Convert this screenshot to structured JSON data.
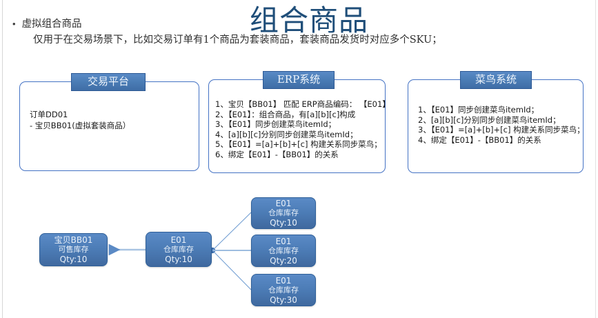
{
  "slide": {
    "bullet_marker": "•",
    "bullet_label": "虚拟组合商品",
    "sub_line": "仅用于在交易场景下，比如交易订单有1个商品为套装商品，套装商品发货时对应多个SKU；",
    "title": "组合商品",
    "title_color": "#1f4e79",
    "accent_color": "#4472c4",
    "node_fill": "#4c7cb6"
  },
  "panels": [
    {
      "tab": "交易平台",
      "lines": [
        "订单DD01",
        "- 宝贝BB01(虚拟套装商品）"
      ]
    },
    {
      "tab": "ERP系统",
      "lines": [
        "1、宝贝【BB01】 匹配 ERP商品编码： 【E01】",
        "2、【E01】：组合商品，有[a][b][c]构成",
        "3、【E01】同步创建菜鸟itemId；",
        "4、[a][b][c]分别同步创建菜鸟itemId；",
        "5、【E01】=[a]+[b]+[c] 构建关系同步菜鸟；",
        "6、绑定【E01】-【BB01】的关系"
      ]
    },
    {
      "tab": "菜鸟系统",
      "lines": [
        "1、【E01】同步创建菜鸟itemId；",
        "2、[a][b][c]分别同步创建菜鸟itemId；",
        "3、【E01】=[a]+[b]+[c] 构建关系同步菜鸟；",
        "4、绑定【E01】-【BB01】的关系"
      ]
    }
  ],
  "diagram": {
    "nodes": [
      {
        "id": "bb01",
        "l1": "宝贝BB01",
        "l2": "可售库存",
        "l3": "Qty:10"
      },
      {
        "id": "e01c",
        "l1": "E01",
        "l2": "仓库库存",
        "l3": "Qty:10"
      },
      {
        "id": "e01a",
        "l1": "E01",
        "l2": "仓库库存",
        "l3": "Qty:10"
      },
      {
        "id": "e01b",
        "l1": "E01",
        "l2": "仓库库存",
        "l3": "Qty:20"
      },
      {
        "id": "e01d",
        "l1": "E01",
        "l2": "仓库库存",
        "l3": "Qty:30"
      }
    ]
  }
}
